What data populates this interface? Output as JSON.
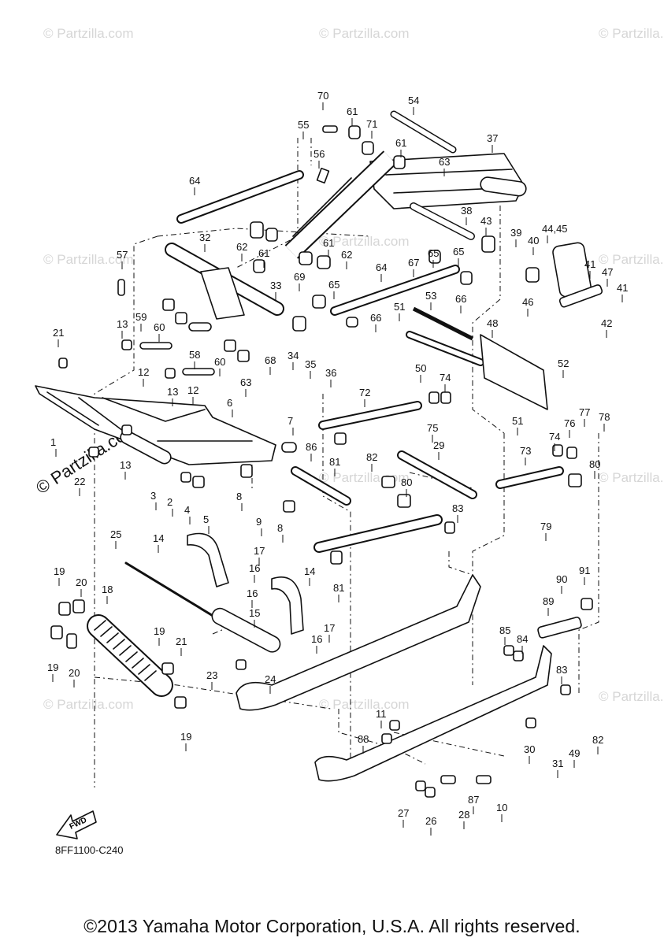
{
  "watermark_text": "© Partzilla.com",
  "watermark_text_2": "© Partzilla.com",
  "diagram_code": "8FF1100-C240",
  "fwd_label": "FWD",
  "copyright": "©2013 Yamaha Motor Corporation, U.S.A. All rights reserved.",
  "callouts": [
    "70",
    "61",
    "71",
    "54",
    "55",
    "56",
    "61",
    "63",
    "37",
    "64",
    "62",
    "61",
    "32",
    "57",
    "61",
    "62",
    "69",
    "65",
    "64",
    "65",
    "66",
    "38",
    "43",
    "39",
    "40",
    "44,45",
    "41",
    "47",
    "41",
    "46",
    "42",
    "67",
    "65",
    "51",
    "53",
    "59",
    "60",
    "33",
    "58",
    "60",
    "34",
    "35",
    "36",
    "66",
    "48",
    "13",
    "12",
    "13",
    "12",
    "63",
    "68",
    "21",
    "52",
    "50",
    "72",
    "74",
    "6",
    "75",
    "51",
    "77",
    "76",
    "78",
    "1",
    "7",
    "86",
    "13",
    "74",
    "22",
    "82",
    "29",
    "73",
    "81",
    "80",
    "3",
    "2",
    "4",
    "5",
    "8",
    "80",
    "79",
    "9",
    "8",
    "83",
    "25",
    "14",
    "17",
    "16",
    "14",
    "81",
    "19",
    "20",
    "18",
    "16",
    "15",
    "17",
    "19",
    "16",
    "90",
    "91",
    "89",
    "21",
    "85",
    "84",
    "23",
    "24",
    "83",
    "19",
    "20",
    "19",
    "11",
    "88",
    "30",
    "49",
    "82",
    "31",
    "87",
    "27",
    "28",
    "26",
    "10"
  ]
}
